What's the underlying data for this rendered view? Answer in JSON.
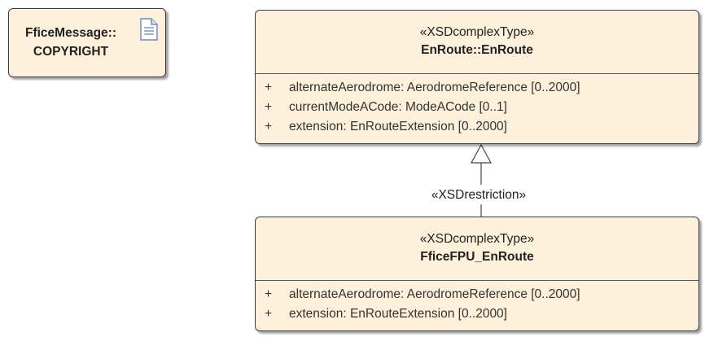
{
  "note": {
    "line1": "FficeMessage::",
    "line2": "COPYRIGHT",
    "icon": "document-icon"
  },
  "classes": [
    {
      "stereotype": "«XSDcomplexType»",
      "name": "EnRoute::EnRoute",
      "attributes": [
        {
          "visibility": "+",
          "text": "alternateAerodrome: AerodromeReference [0..2000]"
        },
        {
          "visibility": "+",
          "text": "currentModeACode: ModeACode [0..1]"
        },
        {
          "visibility": "+",
          "text": "extension: EnRouteExtension [0..2000]"
        }
      ]
    },
    {
      "stereotype": "«XSDcomplexType»",
      "name": "FficeFPU_EnRoute",
      "attributes": [
        {
          "visibility": "+",
          "text": "alternateAerodrome: AerodromeReference [0..2000]"
        },
        {
          "visibility": "+",
          "text": "extension: EnRouteExtension [0..2000]"
        }
      ]
    }
  ],
  "relationship": {
    "type": "generalization",
    "label": "«XSDrestriction»"
  }
}
